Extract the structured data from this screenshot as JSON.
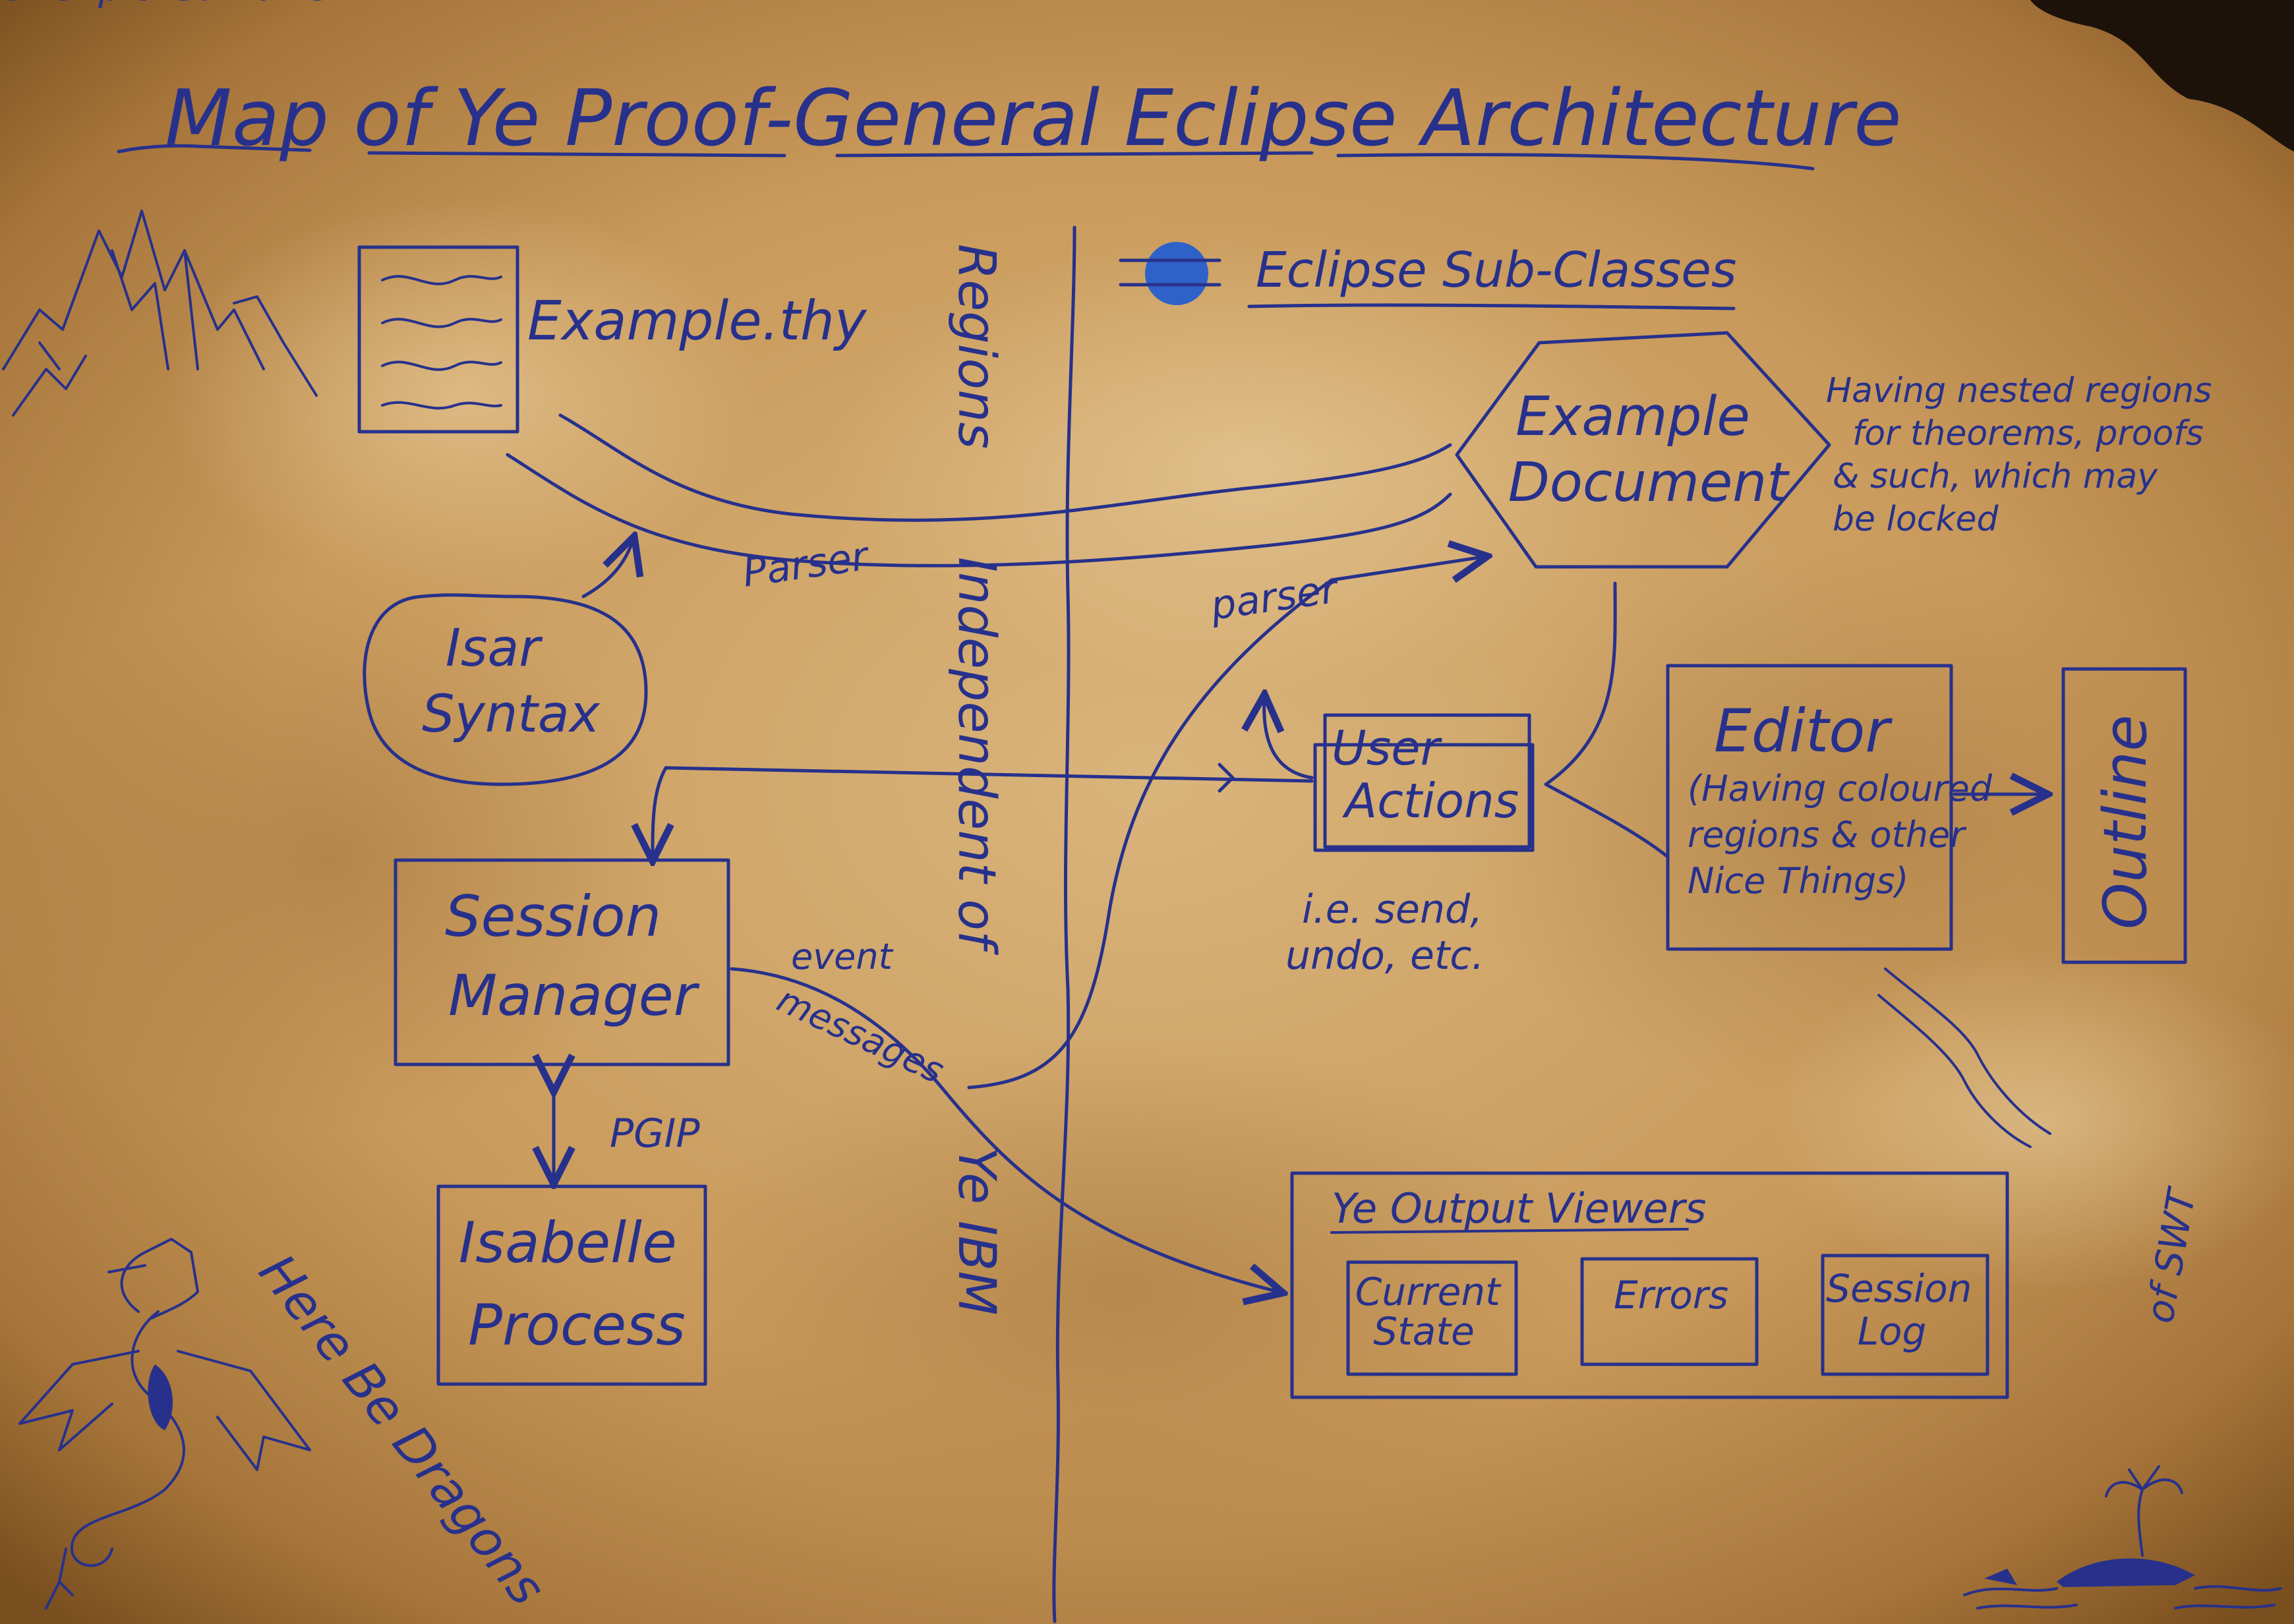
{
  "title": "Map of Ye Proof-General Eclipse Architecture",
  "colors": {
    "paper": "#d2a86a",
    "paper_dark": "#8a5a24",
    "ink": "#27318c",
    "globe": "#2f62c8"
  },
  "legend": {
    "label": "Eclipse Sub-Classes",
    "icon": "globe-icon"
  },
  "nodes": {
    "example_thy": "Example.thy",
    "isar_syntax": [
      "Isar",
      "Syntax"
    ],
    "example_document": [
      "Example",
      "Document"
    ],
    "document_note": [
      "Having nested regions",
      "for theorems, proofs",
      "& such, which may",
      "be locked"
    ],
    "user_actions": [
      "User",
      "Actions"
    ],
    "user_actions_note": [
      "i.e. send,",
      "undo, etc."
    ],
    "editor_title": "Editor",
    "editor_note": [
      "(Having coloured",
      "regions & other",
      "Nice Things)"
    ],
    "outline": "Outline",
    "session_manager": [
      "Session",
      "Manager"
    ],
    "isabelle_process": [
      "Isabelle",
      "Process"
    ],
    "output_viewers_title": "Ye Output Viewers",
    "current_state": [
      "Current",
      "State"
    ],
    "errors": "Errors",
    "session_log": [
      "Session",
      "Log"
    ]
  },
  "labels": {
    "parser_left": "Parser",
    "parser_right": "parser",
    "pgip": "PGIP",
    "event_messages": [
      "event",
      "messages"
    ],
    "regions": "Regions",
    "independent": "Independent of",
    "ye_ibm": "Ye IBM",
    "unexplored": [
      "Unexplored Parts",
      "of SWT"
    ],
    "dragons": "Here Be Dragons"
  }
}
